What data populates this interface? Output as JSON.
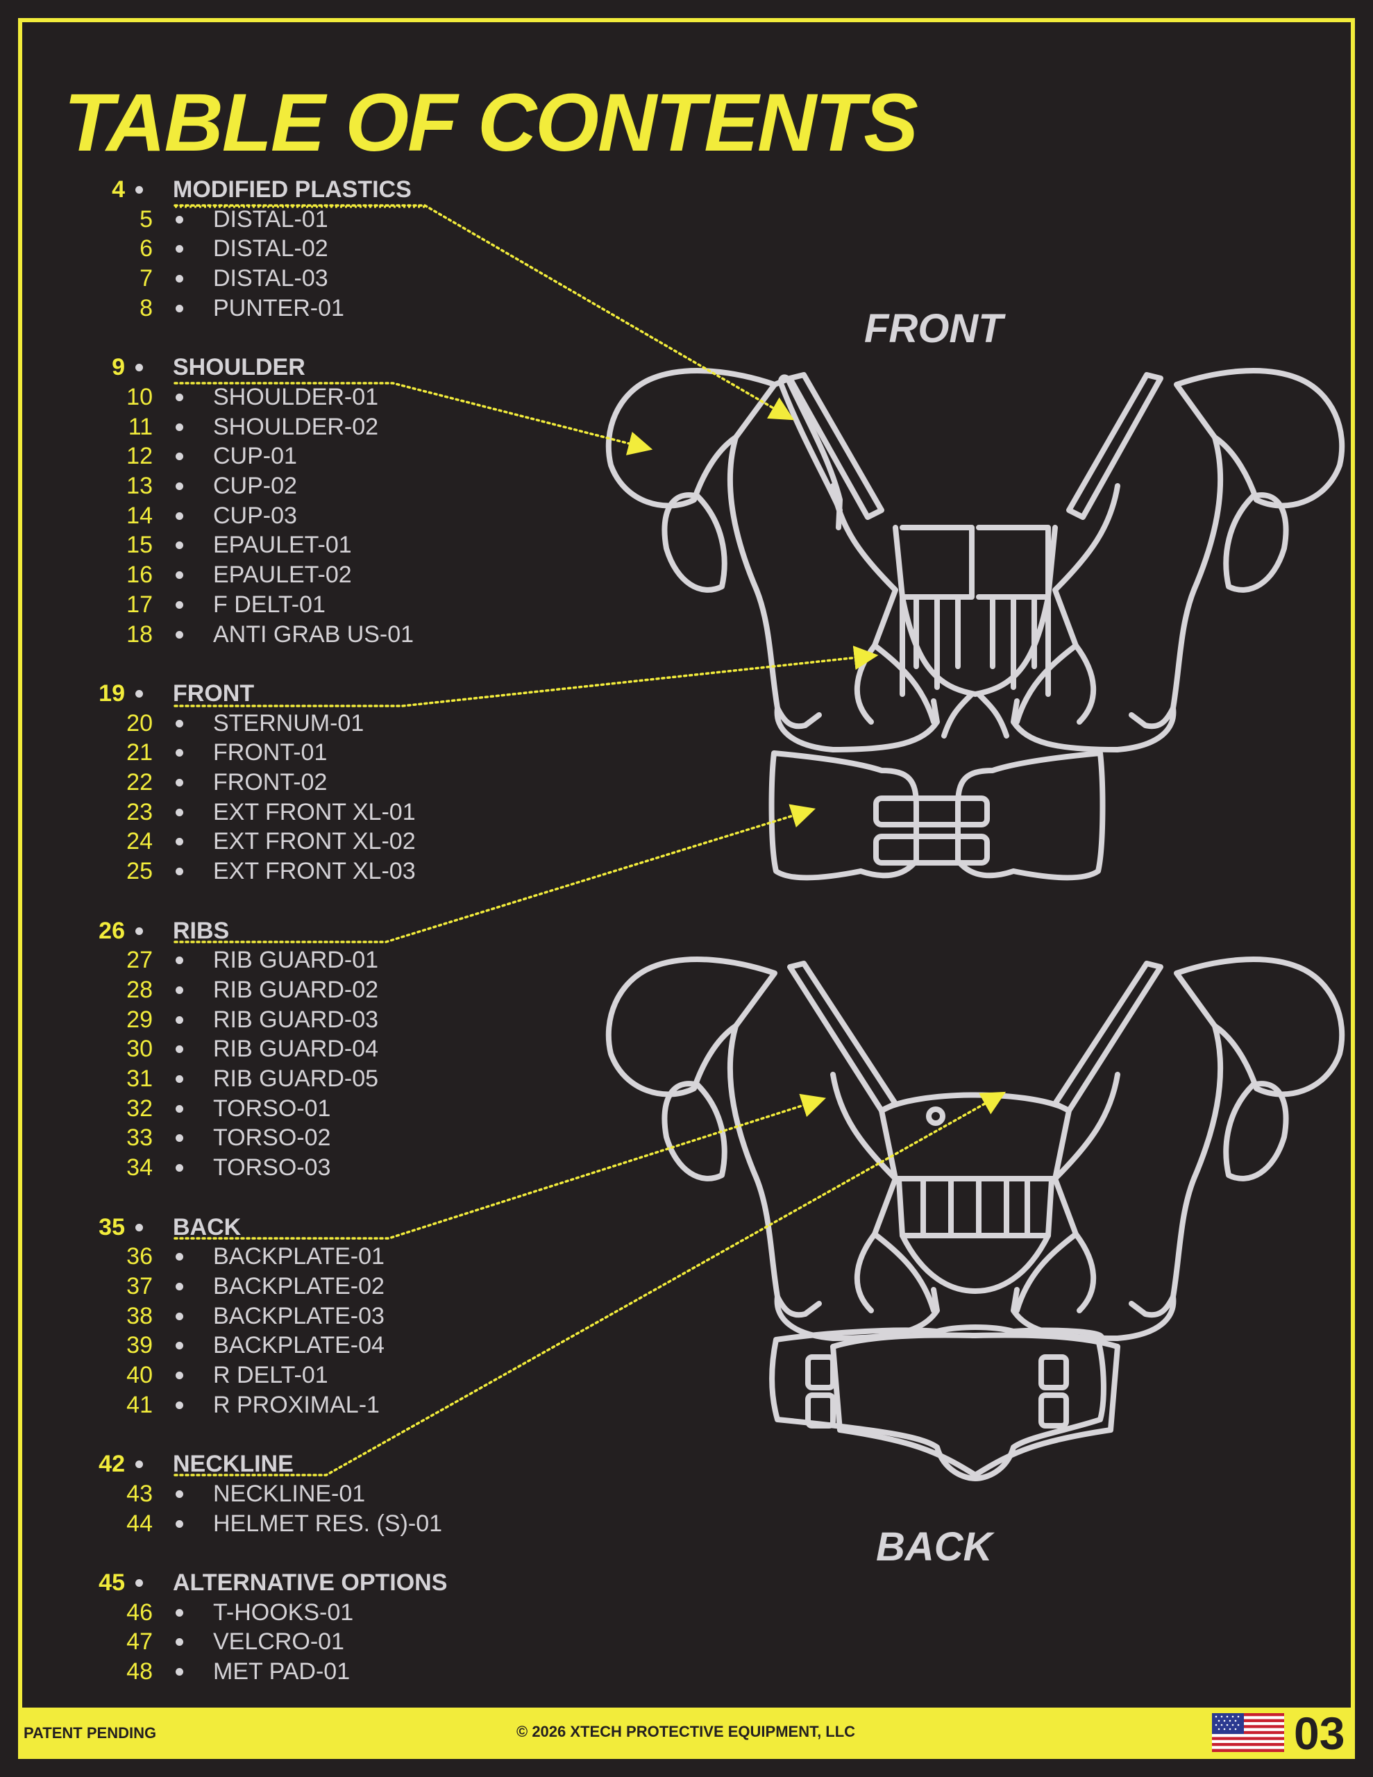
{
  "title": "TABLE OF CONTENTS",
  "view_labels": {
    "front": "FRONT",
    "back": "BACK"
  },
  "sections": [
    {
      "num": "4",
      "label": "MODIFIED PLASTICS",
      "items": [
        {
          "num": "5",
          "label": "DISTAL-01"
        },
        {
          "num": "6",
          "label": "DISTAL-02"
        },
        {
          "num": "7",
          "label": "DISTAL-03"
        },
        {
          "num": "8",
          "label": "PUNTER-01"
        }
      ]
    },
    {
      "num": "9",
      "label": "SHOULDER",
      "items": [
        {
          "num": "10",
          "label": "SHOULDER-01"
        },
        {
          "num": "11",
          "label": "SHOULDER-02"
        },
        {
          "num": "12",
          "label": "CUP-01"
        },
        {
          "num": "13",
          "label": "CUP-02"
        },
        {
          "num": "14",
          "label": "CUP-03"
        },
        {
          "num": "15",
          "label": "EPAULET-01"
        },
        {
          "num": "16",
          "label": "EPAULET-02"
        },
        {
          "num": "17",
          "label": "F DELT-01"
        },
        {
          "num": "18",
          "label": "ANTI GRAB US-01"
        }
      ]
    },
    {
      "num": "19",
      "label": "FRONT",
      "items": [
        {
          "num": "20",
          "label": "STERNUM-01"
        },
        {
          "num": "21",
          "label": "FRONT-01"
        },
        {
          "num": "22",
          "label": "FRONT-02"
        },
        {
          "num": "23",
          "label": "EXT FRONT XL-01"
        },
        {
          "num": "24",
          "label": "EXT FRONT XL-02"
        },
        {
          "num": "25",
          "label": "EXT FRONT XL-03"
        }
      ]
    },
    {
      "num": "26",
      "label": "RIBS",
      "items": [
        {
          "num": "27",
          "label": "RIB GUARD-01"
        },
        {
          "num": "28",
          "label": "RIB GUARD-02"
        },
        {
          "num": "29",
          "label": "RIB GUARD-03"
        },
        {
          "num": "30",
          "label": "RIB GUARD-04"
        },
        {
          "num": "31",
          "label": "RIB GUARD-05"
        },
        {
          "num": "32",
          "label": "TORSO-01"
        },
        {
          "num": "33",
          "label": "TORSO-02"
        },
        {
          "num": "34",
          "label": "TORSO-03"
        }
      ]
    },
    {
      "num": "35",
      "label": "BACK",
      "items": [
        {
          "num": "36",
          "label": "BACKPLATE-01"
        },
        {
          "num": "37",
          "label": "BACKPLATE-02"
        },
        {
          "num": "38",
          "label": "BACKPLATE-03"
        },
        {
          "num": "39",
          "label": "BACKPLATE-04"
        },
        {
          "num": "40",
          "label": "R DELT-01"
        },
        {
          "num": "41",
          "label": "R PROXIMAL-1"
        }
      ]
    },
    {
      "num": "42",
      "label": "NECKLINE",
      "items": [
        {
          "num": "43",
          "label": "NECKLINE-01"
        },
        {
          "num": "44",
          "label": "HELMET RES. (S)-01"
        }
      ]
    },
    {
      "num": "45",
      "label": "ALTERNATIVE OPTIONS",
      "items": [
        {
          "num": "46",
          "label": "T-HOOKS-01"
        },
        {
          "num": "47",
          "label": "VELCRO-01"
        },
        {
          "num": "48",
          "label": "MET PAD-01"
        }
      ]
    }
  ],
  "footer": {
    "patent": "PATENT PENDING",
    "copyright": "© 2026 XTECH PROTECTIVE EQUIPMENT, LLC",
    "page_number": "03",
    "flag_icon": "us-flag-icon"
  },
  "colors": {
    "background": "#231f20",
    "accent": "#f2ec3b",
    "line_art": "#d7d5d9"
  }
}
